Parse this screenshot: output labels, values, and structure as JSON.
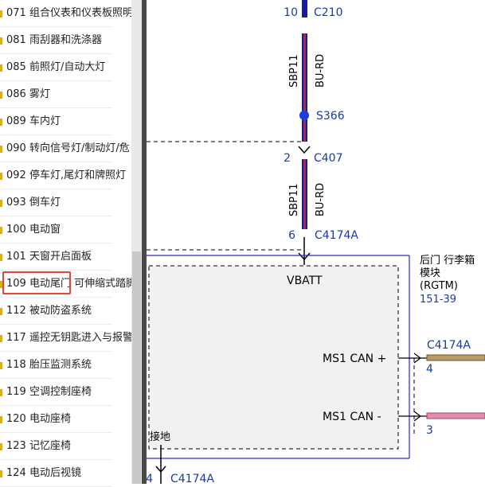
{
  "sidebar": {
    "items": [
      {
        "label": "071 组合仪表和仪表板照明"
      },
      {
        "label": "081 雨刮器和洗涤器"
      },
      {
        "label": "085 前照灯/自动大灯"
      },
      {
        "label": "086 雾灯"
      },
      {
        "label": "089 车内灯"
      },
      {
        "label": "090 转向信号灯/制动灯/危"
      },
      {
        "label": "092 停车灯,尾灯和牌照灯"
      },
      {
        "label": "093 倒车灯"
      },
      {
        "label": "100 电动窗"
      },
      {
        "label": "101 天窗开启面板"
      },
      {
        "label": "109 电动尾门 可伸缩式踏脚"
      },
      {
        "label": "112 被动防盗系统"
      },
      {
        "label": "117 遥控无钥匙进入与报警"
      },
      {
        "label": "118 胎压监测系统"
      },
      {
        "label": "119 空调控制座椅"
      },
      {
        "label": "120 电动座椅"
      },
      {
        "label": "123 记忆座椅"
      },
      {
        "label": "124 电动后视镜"
      }
    ],
    "selected_index": 10
  },
  "diagram": {
    "pin_top": "10",
    "connector_top": "C210",
    "wire1_circuit": "SBP11",
    "wire1_color": "BU-RD",
    "splice": "S366",
    "pin_mid": "2",
    "connector_mid": "C407",
    "wire2_circuit": "SBP11",
    "wire2_color": "BU-RD",
    "pin_bottom": "6",
    "connector_bottom": "C4174A",
    "vbatt_label": "VBATT",
    "module_name_line1": "后门 行李箱",
    "module_name_line2": "模块",
    "module_abbrev": "(RGTM)",
    "module_ref": "151-39",
    "can_plus_label": "MS1 CAN +",
    "can_plus_connector": "C4174A",
    "can_plus_pin": "4",
    "can_minus_label": "MS1 CAN -",
    "can_minus_pin": "3",
    "ground_label": "接地",
    "ground_pin": "4",
    "ground_connector": "C4174A",
    "colors": {
      "wire_stripe": "#c0203a",
      "wire_base": "#1a1aa0",
      "link_blue": "#1a3aa8",
      "can_plus_wire": "#b89a6a",
      "can_minus_wire": "#e88ab0"
    }
  }
}
